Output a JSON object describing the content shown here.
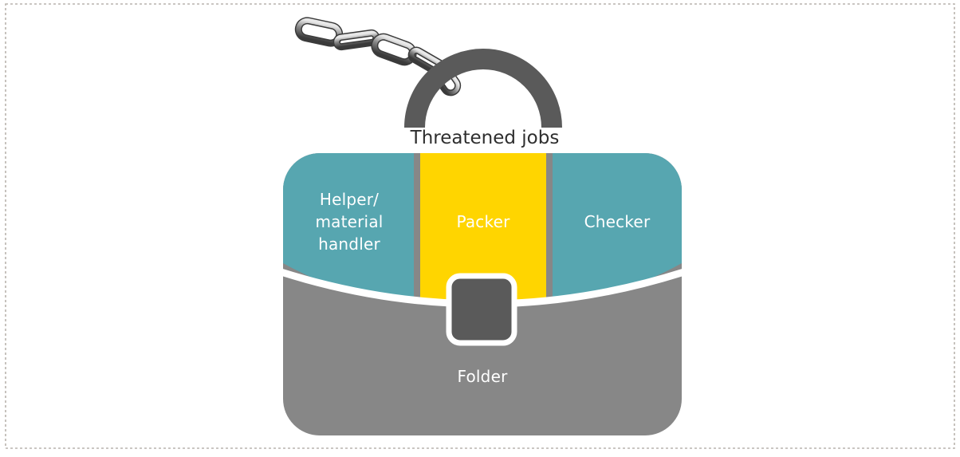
{
  "diagram": {
    "title": "Threatened jobs",
    "sections": {
      "left": {
        "lines": [
          "Helper/",
          "material",
          "handler"
        ]
      },
      "middle": {
        "label": "Packer"
      },
      "right": {
        "label": "Checker"
      },
      "bottom": {
        "label": "Folder"
      }
    },
    "icons": [
      "chain-icon",
      "briefcase-icon",
      "clasp-icon"
    ],
    "colors": {
      "teal": "#57a6b0",
      "yellow": "#ffd500",
      "body_gray": "#878787",
      "handle_dark": "#5a5a5a",
      "border_dots": "#b9b4ad",
      "title_text": "#2e2e2e",
      "label_text": "#ffffff"
    }
  }
}
